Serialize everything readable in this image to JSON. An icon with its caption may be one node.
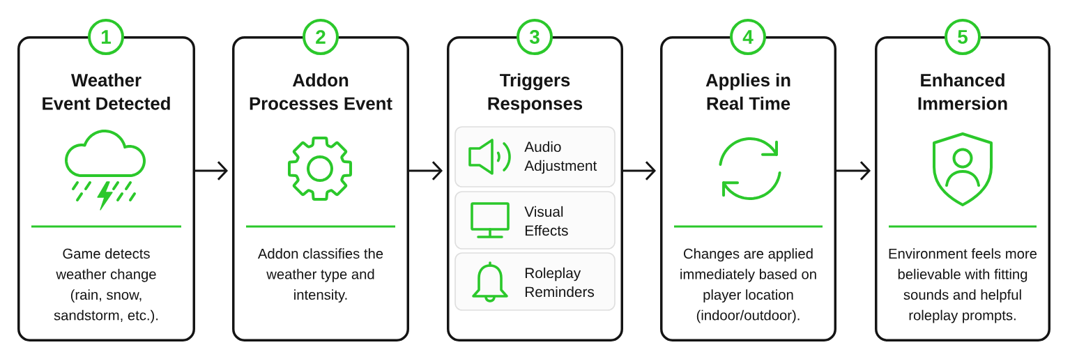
{
  "diagram": {
    "nodes": [
      {
        "text": [
          "1"
        ]
      },
      {
        "text": [
          "Weather Event Detected",
          "Game detects weather change (rain, snow, sandstorm, etc.)."
        ]
      },
      {
        "text": [
          "2"
        ]
      },
      {
        "text": [
          "Addon Processes Event",
          "Addon classifies the weather type and intensity."
        ]
      },
      {
        "text": [
          "3"
        ]
      },
      {
        "text": [
          "Triggers Responses"
        ]
      },
      {
        "text": [
          "Audio Adjustment"
        ],
        "in": 5
      },
      {
        "text": [
          "Visual Effects"
        ],
        "in": 5
      },
      {
        "text": [
          "Roleplay Reminders"
        ],
        "in": 5
      },
      {
        "text": [
          "4"
        ]
      },
      {
        "text": [
          "Applies in Real Time",
          "Changes are applied immediately based on player location (indoor/outdoor)."
        ]
      },
      {
        "text": [
          "5"
        ]
      },
      {
        "text": [
          "Enhanced Immersion",
          "Environment feels more believable with fitting sounds and helpful roleplay prompts."
        ]
      }
    ],
    "edges": [
      {
        "from": 1,
        "to": 3,
        "arrow": "to"
      },
      {
        "from": 3,
        "to": 5,
        "arrow": "to"
      },
      {
        "from": 5,
        "to": 10,
        "arrow": "to"
      },
      {
        "from": 10,
        "to": 12,
        "arrow": "to"
      }
    ]
  }
}
